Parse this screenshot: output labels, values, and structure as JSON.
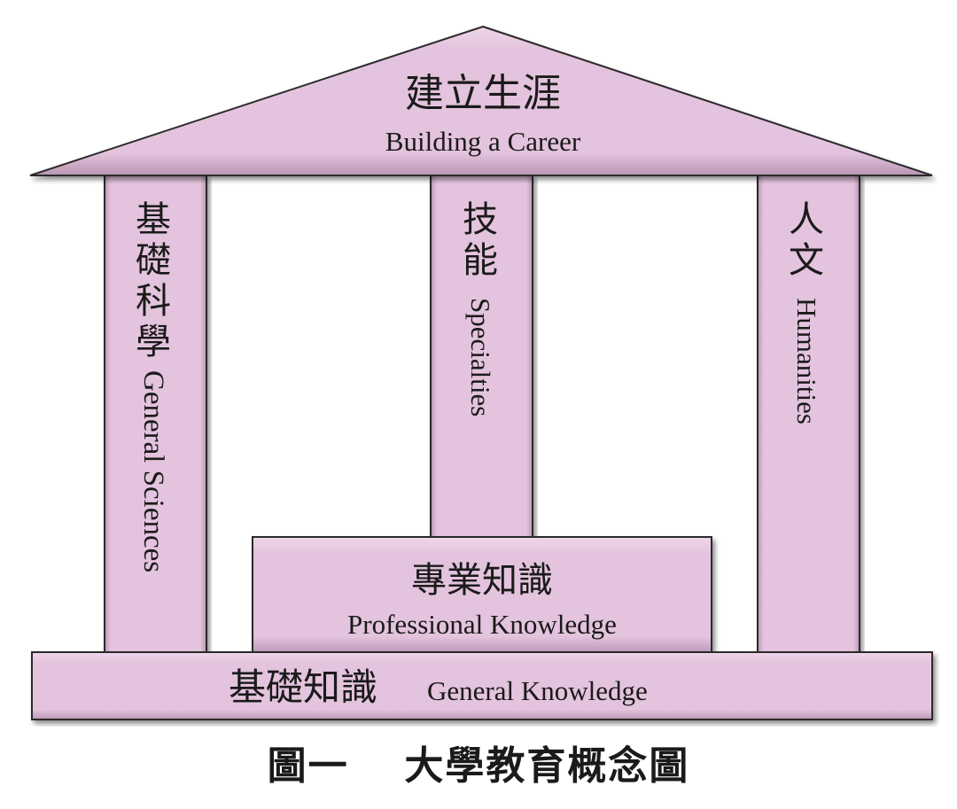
{
  "roof": {
    "zh": "建立生涯",
    "en": "Building a Career"
  },
  "pillars": {
    "left": {
      "zh": "基礎科學",
      "en": "General Sciences"
    },
    "middle": {
      "zh": "技能",
      "en": "Specialties"
    },
    "right": {
      "zh": "人文",
      "en": "Humanities"
    }
  },
  "platform": {
    "zh": "專業知識",
    "en": "Professional Knowledge"
  },
  "base": {
    "zh": "基礎知識",
    "en": "General Knowledge"
  },
  "caption": {
    "label": "圖一",
    "title": "大學教育概念圖"
  },
  "colors": {
    "fill": "#e3c3dd",
    "stroke": "#2b2b2b",
    "shadow": "#7a6a78",
    "text": "#1a1a1a"
  }
}
